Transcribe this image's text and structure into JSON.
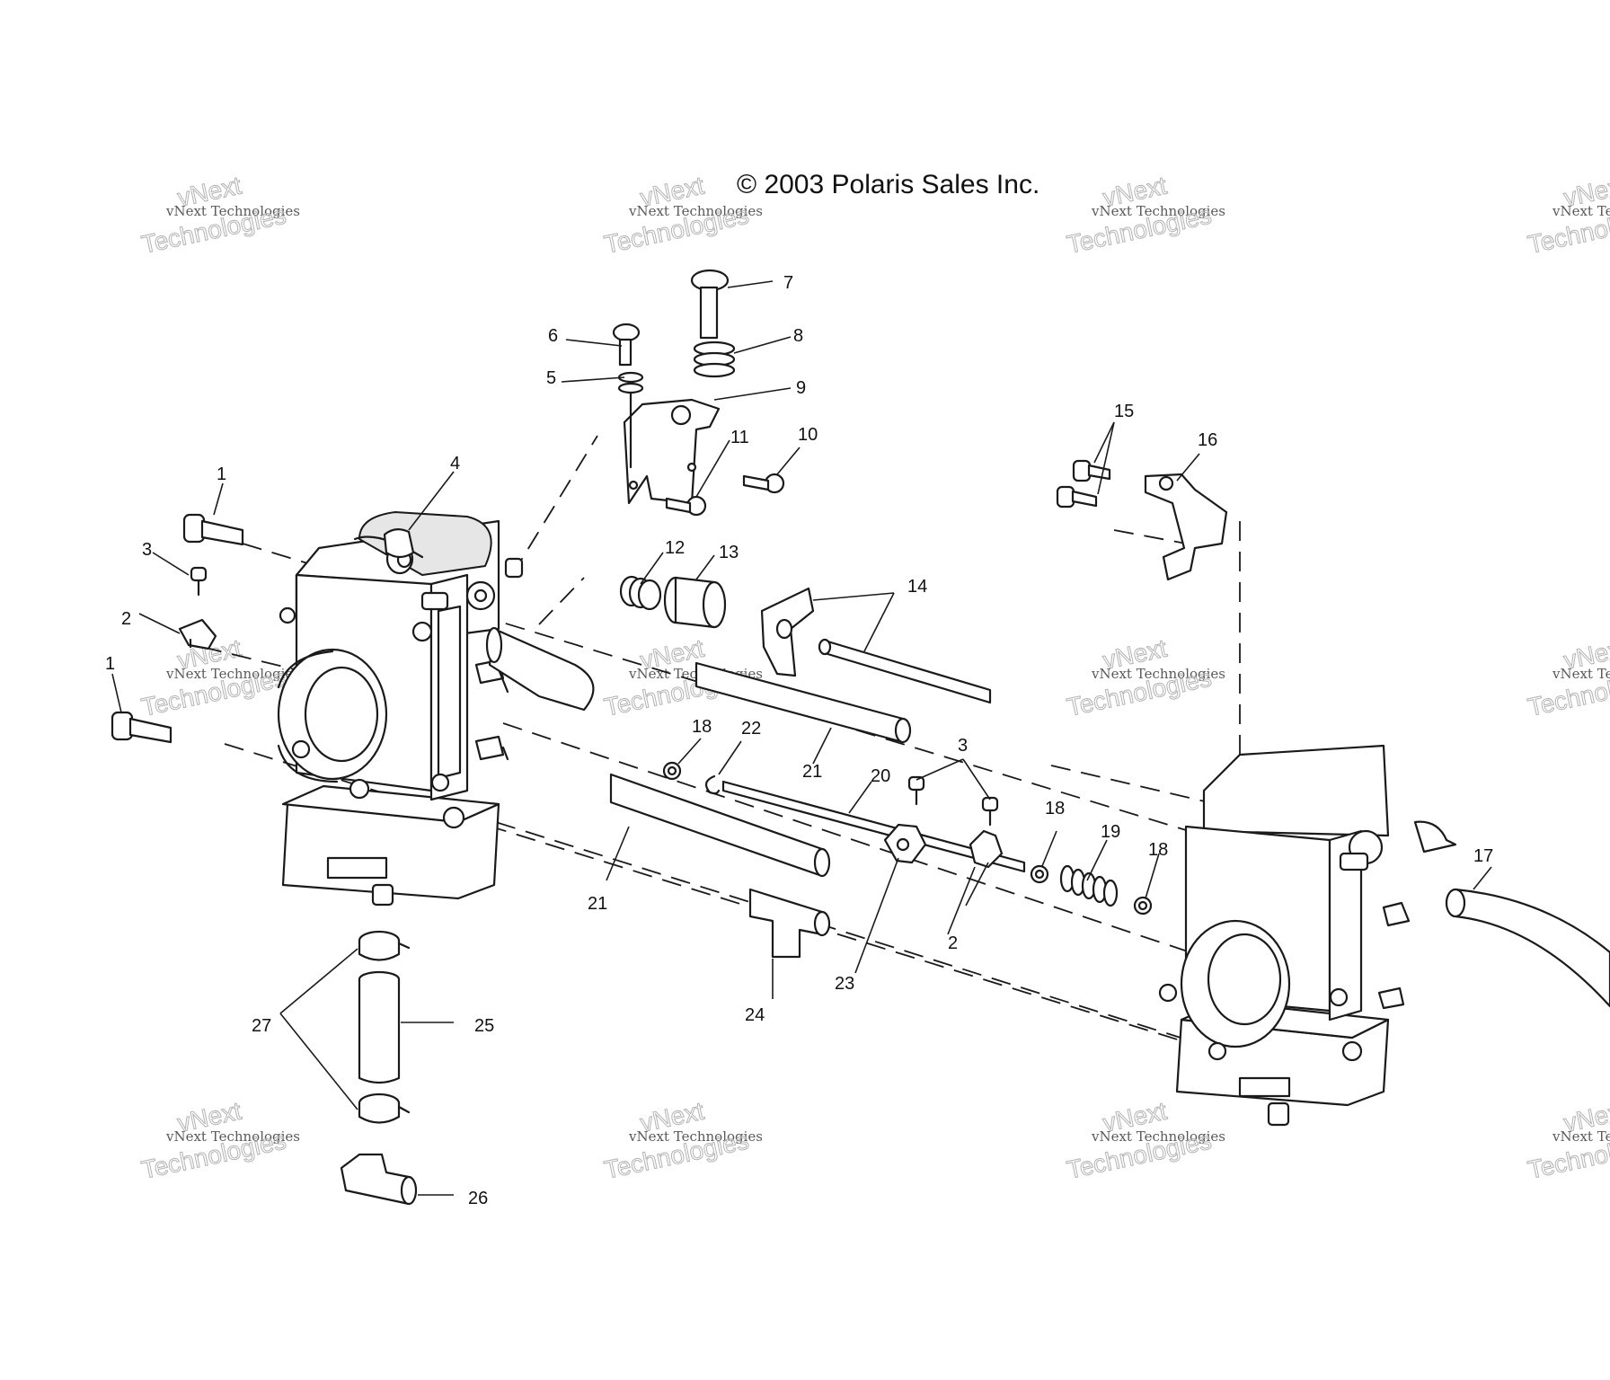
{
  "title": "© 2003 Polaris Sales Inc.",
  "watermark": {
    "line_small": "vNext Technologies",
    "line_brand": "vNext",
    "line_large": "Technologies"
  },
  "callouts": [
    "1",
    "2",
    "3",
    "4",
    "5",
    "6",
    "7",
    "8",
    "9",
    "10",
    "11",
    "12",
    "13",
    "14",
    "15",
    "16",
    "17",
    "18",
    "19",
    "20",
    "21",
    "22",
    "23",
    "24",
    "25",
    "26",
    "27"
  ]
}
